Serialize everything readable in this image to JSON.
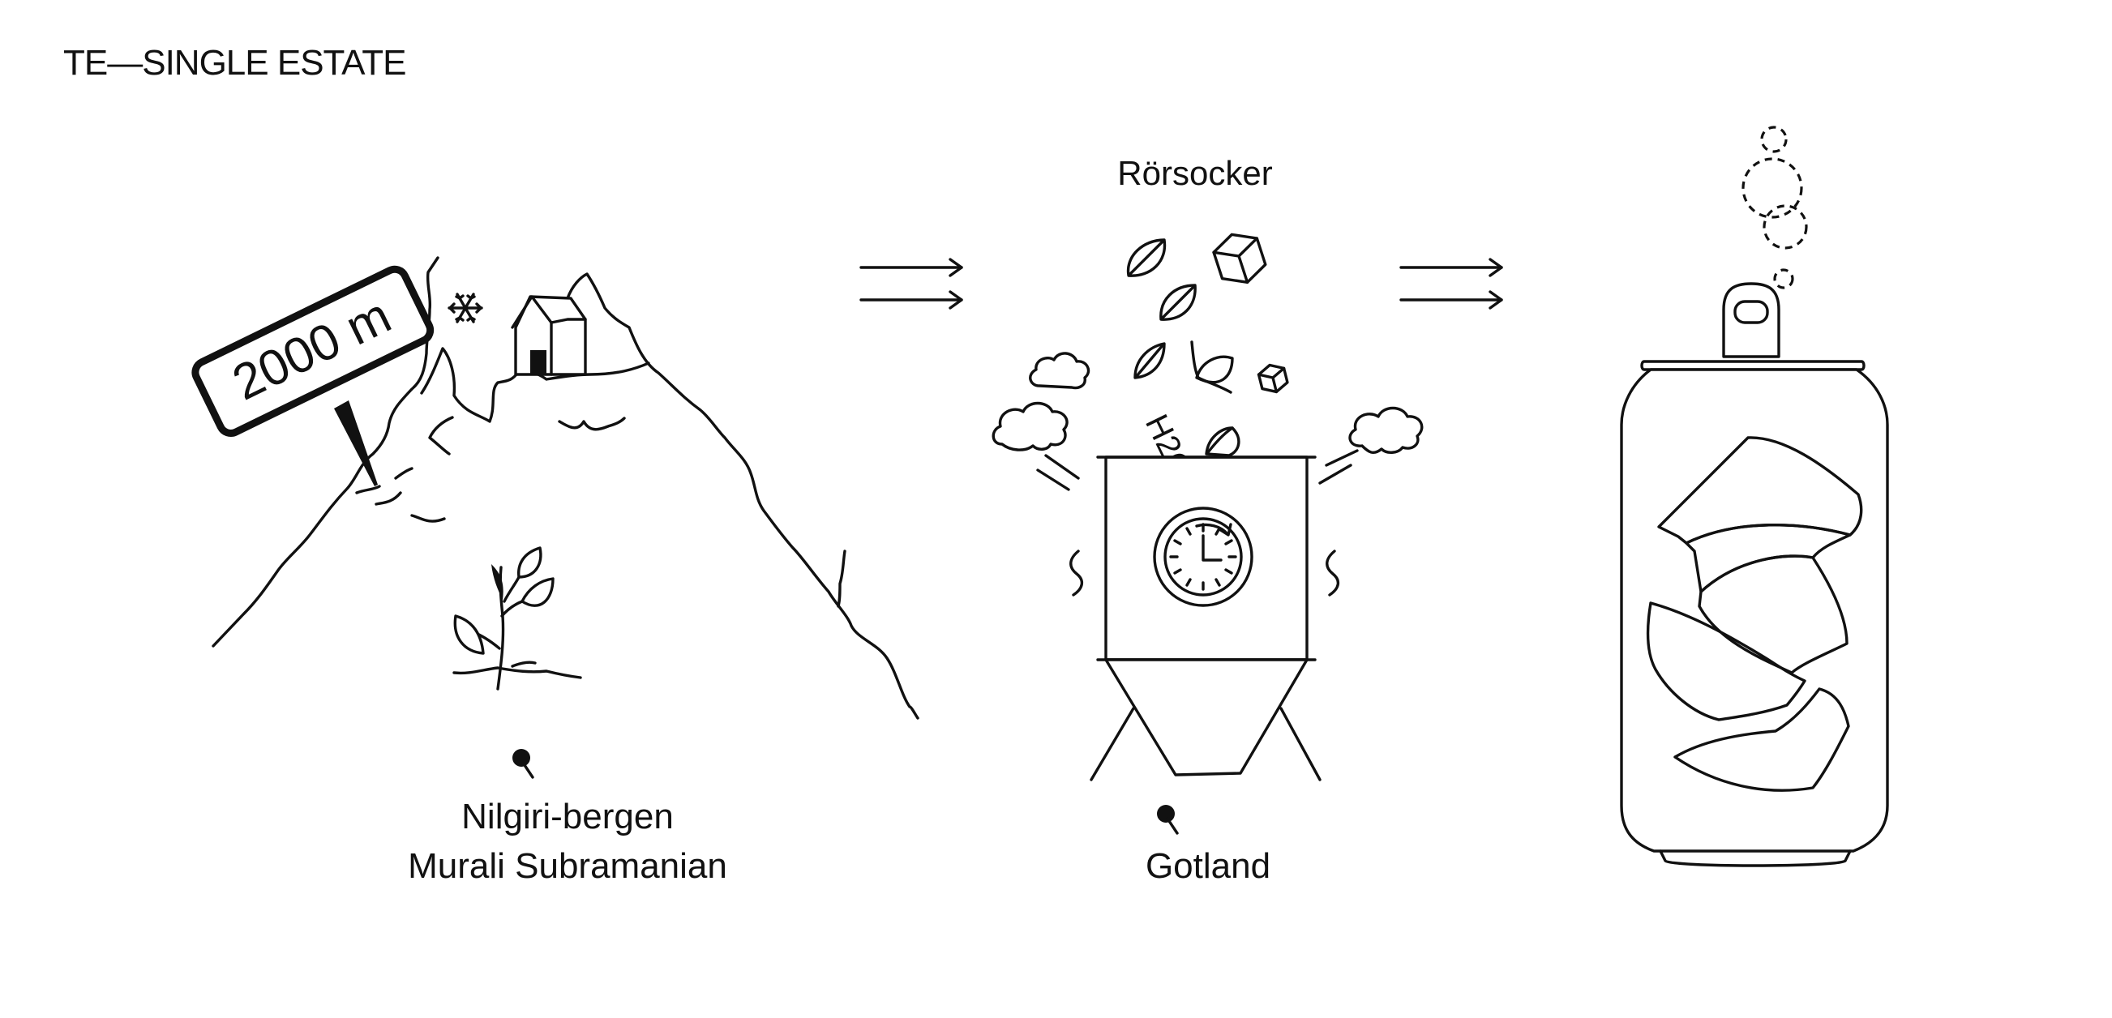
{
  "header": {
    "title": "TE—SINGLE ESTATE"
  },
  "origin": {
    "altitude_sign": "2000 m",
    "place": "Nilgiri-bergen",
    "grower": "Murali Subramanian"
  },
  "production": {
    "sugar_label": "Rörsocker",
    "water_label": "H2O",
    "place": "Gotland"
  },
  "icons": {
    "snow": "snowflake-icon",
    "pin": "location-pin-icon",
    "clock": "timer-clock-icon",
    "arrow": "double-arrow-icon"
  },
  "colors": {
    "ink": "#111111",
    "background": "#ffffff"
  }
}
